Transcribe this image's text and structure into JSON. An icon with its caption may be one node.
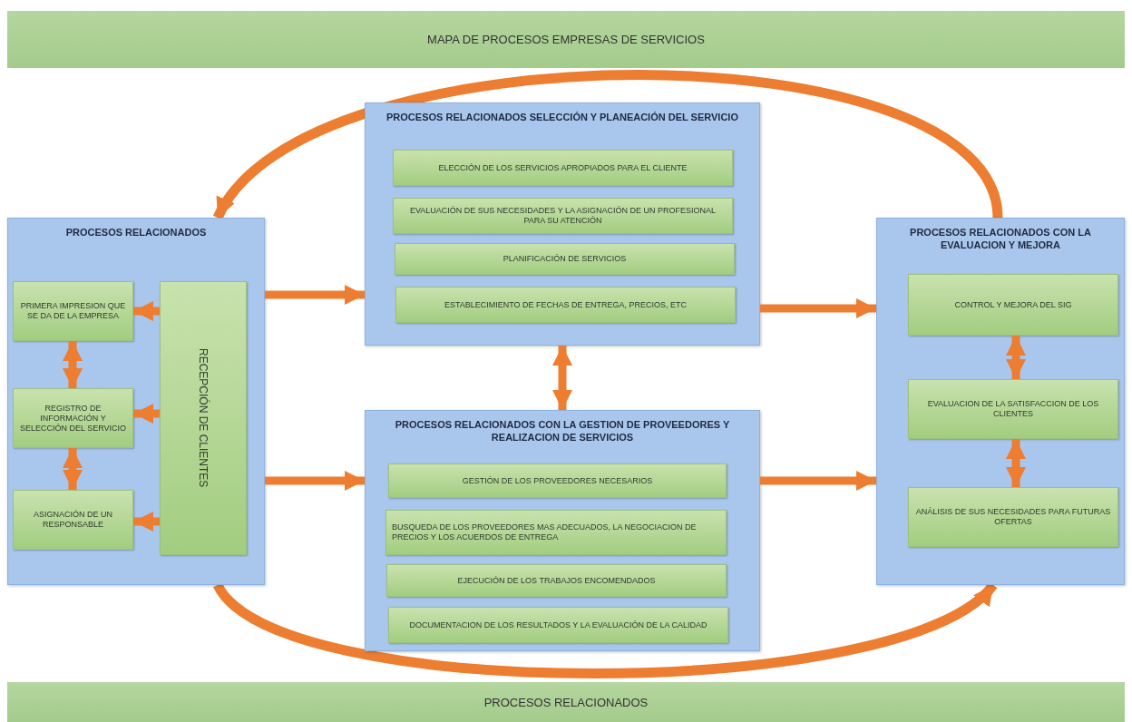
{
  "diagram": {
    "nodes": [
      {
        "text": [
          "MAPA DE PROCESOS EMPRESAS DE SERVICIOS"
        ]
      },
      {
        "text": [
          "PROCESOS RELACIONADOS"
        ]
      },
      {
        "text": [
          "PRIMERA IMPRESION QUE SE DA DE LA EMPRESA"
        ],
        "in": 1
      },
      {
        "text": [
          "REGISTRO DE INFORMACIÓN Y SELECCIÓN DEL SERVICIO"
        ],
        "in": 1
      },
      {
        "text": [
          "ASIGNACIÓN DE UN RESPONSABLE"
        ],
        "in": 1
      },
      {
        "text": [
          "RECEPCIÓN DE CLIENTES"
        ],
        "in": 1
      },
      {
        "text": [
          "PROCESOS RELACIONADOS SELECCIÓN Y PLANEACIÓN DEL SERVICIO"
        ]
      },
      {
        "text": [
          "ELECCIÓN DE LOS SERVICIOS APROPIADOS PARA EL CLIENTE"
        ],
        "in": 6
      },
      {
        "text": [
          "EVALUACIÓN DE SUS NECESIDADES Y LA ASIGNACIÓN DE UN PROFESIONAL PARA SU ATENCIÓN"
        ],
        "in": 6
      },
      {
        "text": [
          "PLANIFICACIÓN DE SERVICIOS"
        ],
        "in": 6
      },
      {
        "text": [
          "ESTABLECIMIENTO DE FECHAS DE ENTREGA, PRECIOS, ETC"
        ],
        "in": 6
      },
      {
        "text": [
          "PROCESOS RELACIONADOS CON LA GESTION DE PROVEEDORES Y REALIZACION DE SERVICIOS"
        ]
      },
      {
        "text": [
          "GESTIÓN DE LOS PROVEEDORES NECESARIOS"
        ],
        "in": 11
      },
      {
        "text": [
          "BUSQUEDA DE LOS PROVEEDORES MAS ADECUADOS, LA NEGOCIACION DE PRECIOS Y LOS ACUERDOS DE ENTREGA"
        ],
        "in": 11
      },
      {
        "text": [
          "EJECUCIÓN DE LOS TRABAJOS ENCOMENDADOS"
        ],
        "in": 11
      },
      {
        "text": [
          "DOCUMENTACION DE LOS RESULTADOS Y LA EVALUACIÓN DE LA CALIDAD"
        ],
        "in": 11
      },
      {
        "text": [
          "PROCESOS RELACIONADOS CON LA EVALUACION Y MEJORA"
        ]
      },
      {
        "text": [
          "CONTROL Y MEJORA DEL SIG"
        ],
        "in": 16
      },
      {
        "text": [
          "EVALUACION DE LA SATISFACCION DE LOS CLIENTES"
        ],
        "in": 16
      },
      {
        "text": [
          "ANÁLISIS DE SUS NECESIDADES PARA FUTURAS OFERTAS"
        ],
        "in": 16
      },
      {
        "text": [
          "PROCESOS RELACIONADOS"
        ]
      }
    ],
    "edges": [
      {
        "from": 5,
        "to": 2,
        "arrow": "to"
      },
      {
        "from": 5,
        "to": 3,
        "arrow": "to"
      },
      {
        "from": 5,
        "to": 4,
        "arrow": "to"
      },
      {
        "from": 2,
        "to": 3,
        "arrow": "both"
      },
      {
        "from": 3,
        "to": 4,
        "arrow": "both"
      },
      {
        "from": 1,
        "to": 6,
        "arrow": "to"
      },
      {
        "from": 1,
        "to": 11,
        "arrow": "to"
      },
      {
        "from": 6,
        "to": 11,
        "arrow": "both"
      },
      {
        "from": 6,
        "to": 16,
        "arrow": "to"
      },
      {
        "from": 11,
        "to": 16,
        "arrow": "to"
      },
      {
        "from": 17,
        "to": 18,
        "arrow": "both"
      },
      {
        "from": 18,
        "to": 19,
        "arrow": "both"
      },
      {
        "from": 16,
        "to": 1,
        "arrow": "to"
      },
      {
        "from": 1,
        "to": 16,
        "arrow": "to"
      }
    ]
  }
}
